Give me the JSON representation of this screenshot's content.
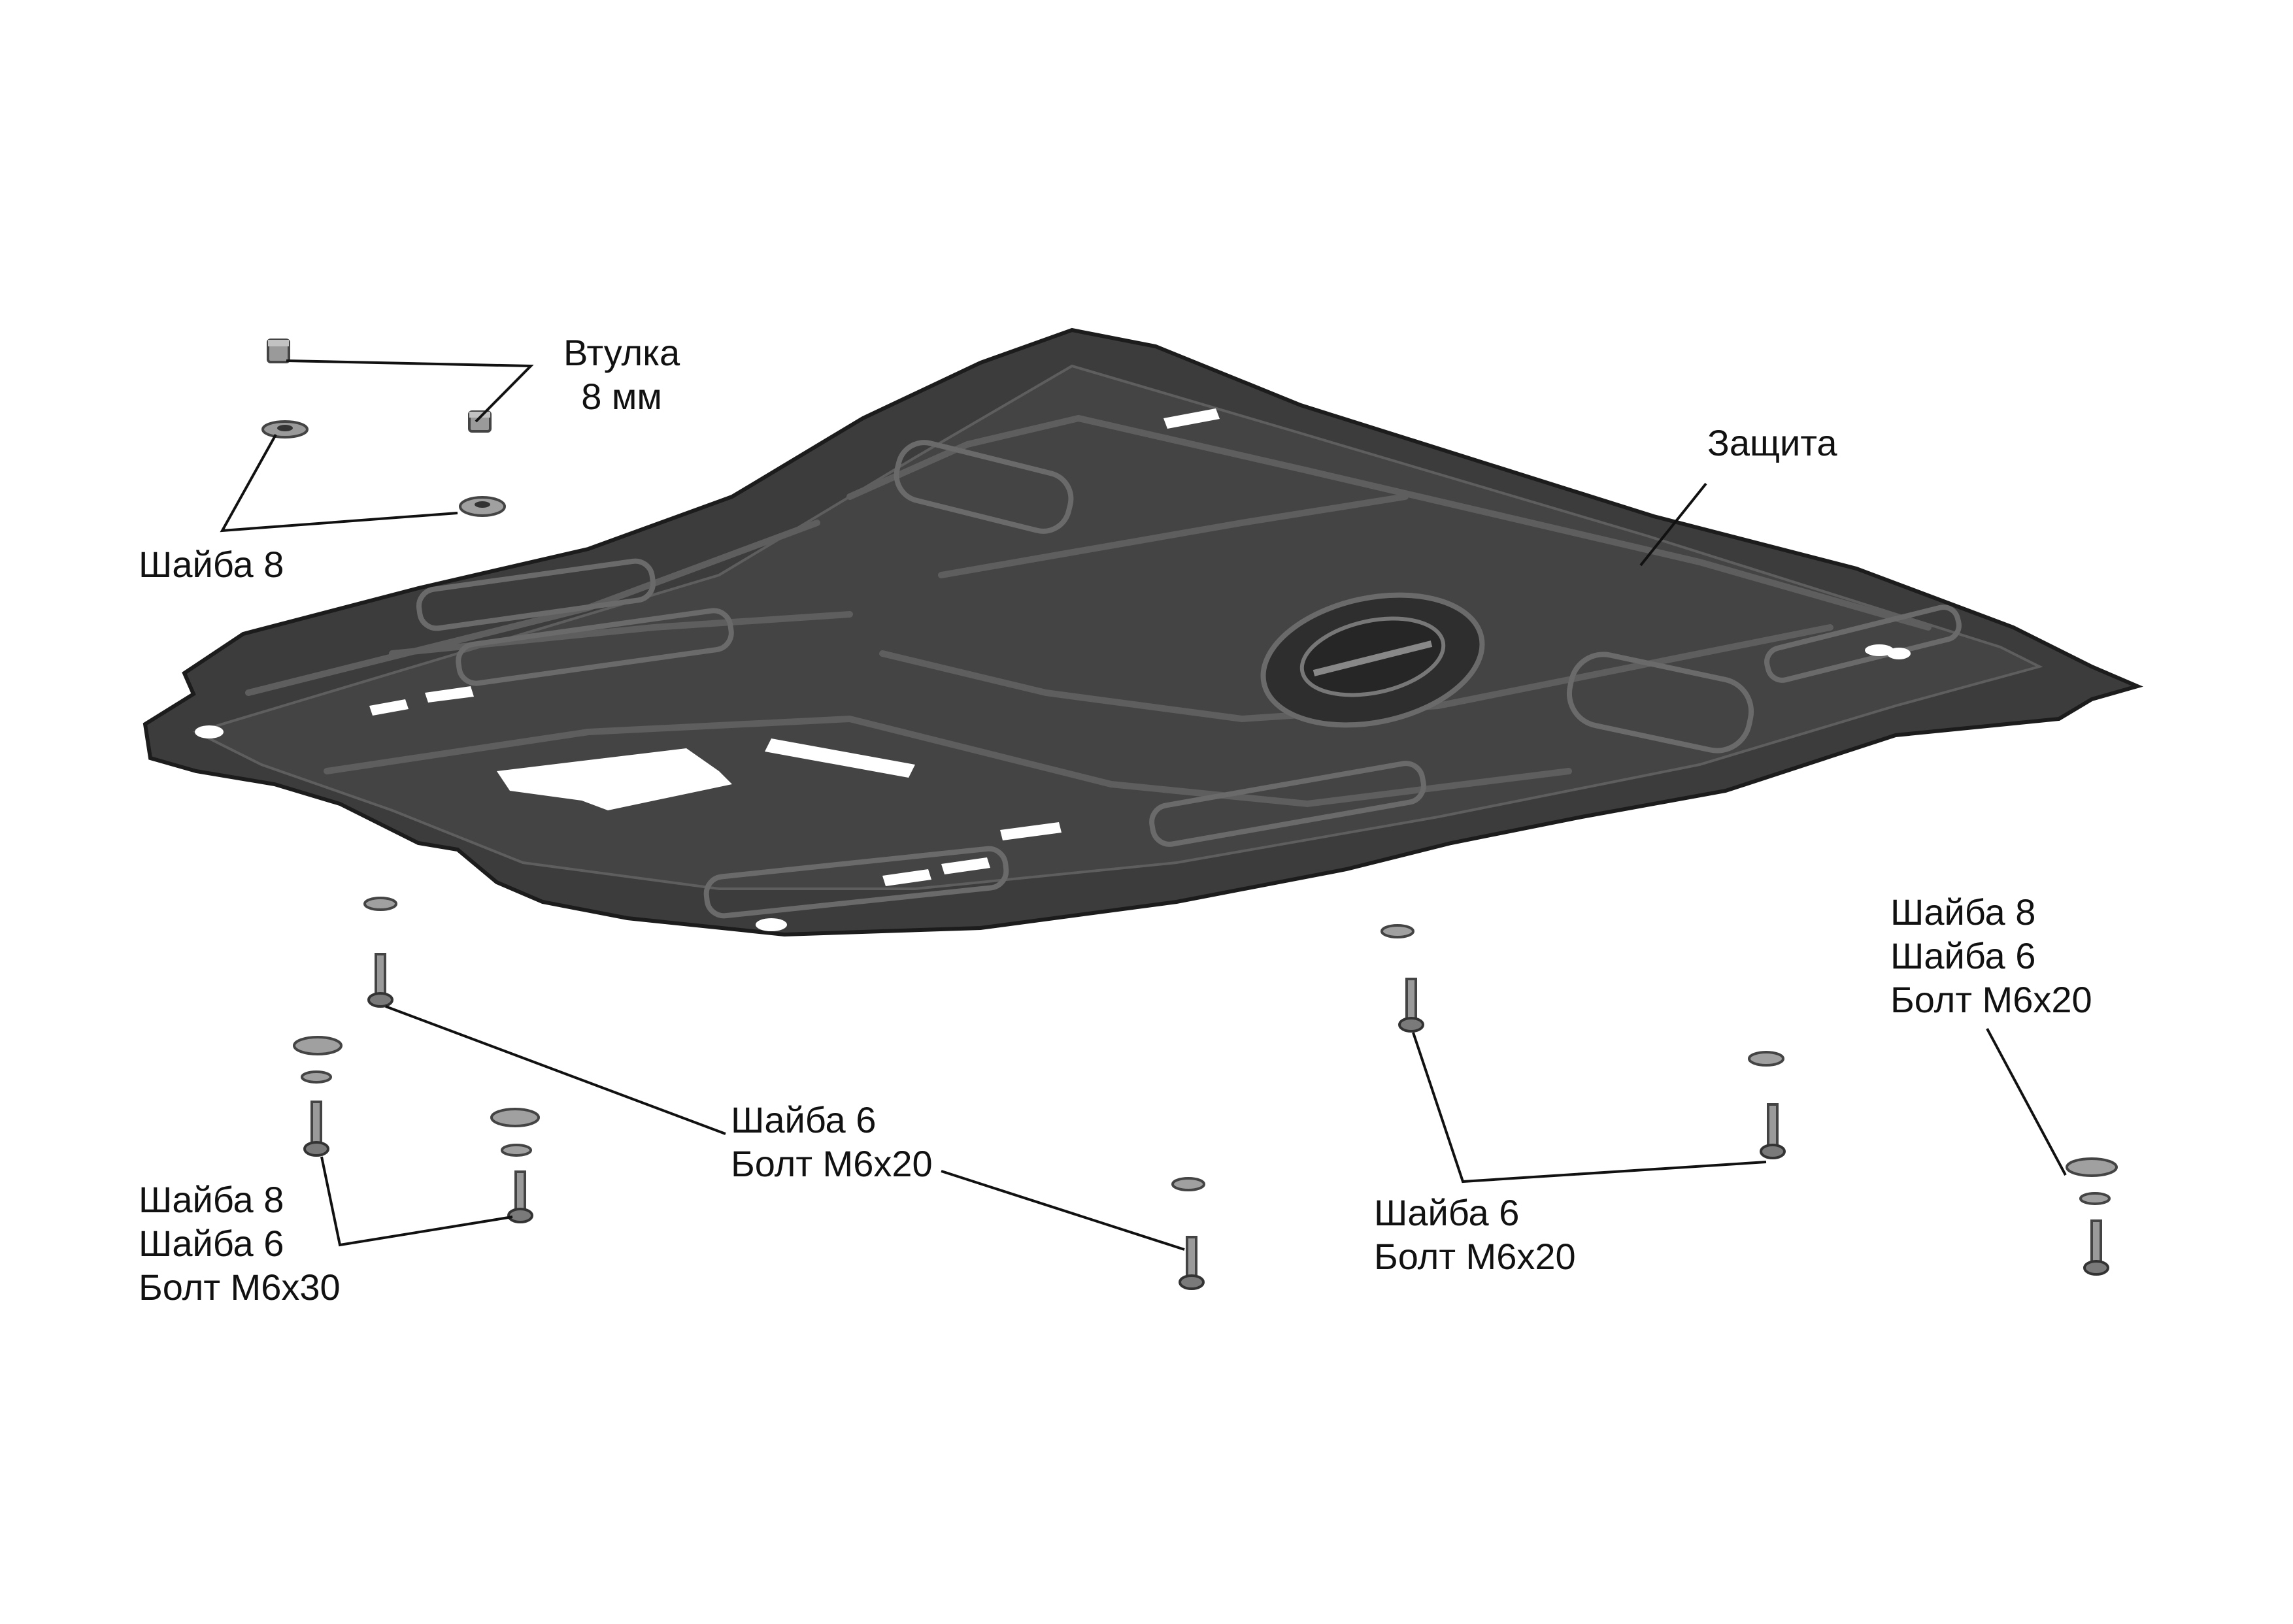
{
  "diagram": {
    "labels": {
      "bushing": [
        "Втулка",
        "8 мм"
      ],
      "shield": [
        "Защита"
      ],
      "washer_top_left": [
        "Шайба 8"
      ],
      "center_bolts": [
        "Шайба 6",
        "Болт М6x20"
      ],
      "left_bottom_bolts": [
        "Шайба 8",
        "Шайба 6",
        "Болт М6x30"
      ],
      "right_bottom_bolts": [
        "Шайба 6",
        "Болт М6x20"
      ],
      "far_right_bolts": [
        "Шайба 8",
        "Шайба 6",
        "Болт М6x20"
      ]
    },
    "colors": {
      "plate_fill": "#3c3c3c",
      "plate_edge": "#1c1c1c",
      "plate_rib": "#5e5e5e",
      "cutout": "#ffffff",
      "leader": "#111111",
      "hardware": "#8a8a8a",
      "text": "#111111"
    }
  }
}
